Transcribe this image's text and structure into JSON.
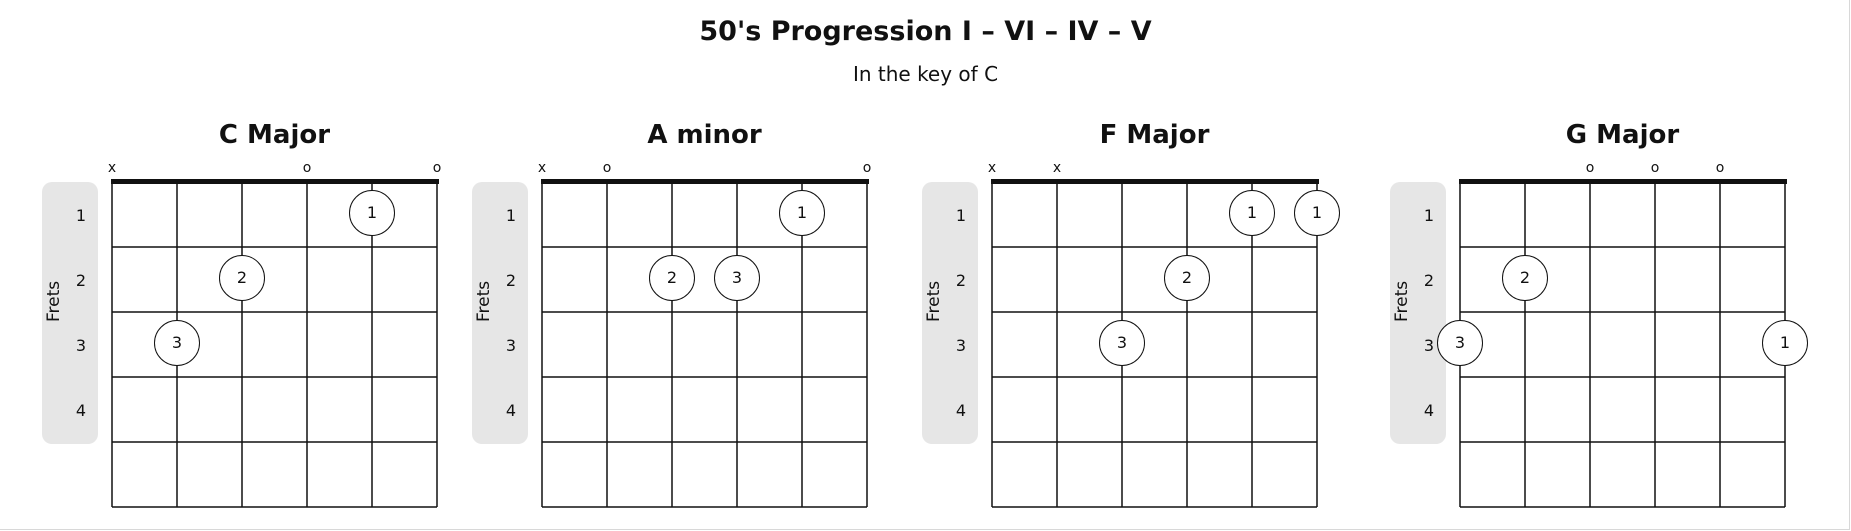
{
  "header": {
    "title": "50's Progression I – VI – IV – V",
    "subtitle": "In the key of C"
  },
  "frets_label": "Frets",
  "fret_numbers": [
    "1",
    "2",
    "3",
    "4"
  ],
  "chords": [
    {
      "name": "C Major",
      "string_markers": [
        "x",
        "",
        "",
        "o",
        "",
        "o"
      ],
      "fingerings": [
        {
          "string": 5,
          "fret": 1,
          "finger": "1"
        },
        {
          "string": 3,
          "fret": 2,
          "finger": "2"
        },
        {
          "string": 2,
          "fret": 3,
          "finger": "3"
        }
      ]
    },
    {
      "name": "A minor",
      "string_markers": [
        "x",
        "o",
        "",
        "",
        "",
        "o"
      ],
      "fingerings": [
        {
          "string": 5,
          "fret": 1,
          "finger": "1"
        },
        {
          "string": 3,
          "fret": 2,
          "finger": "2"
        },
        {
          "string": 4,
          "fret": 2,
          "finger": "3"
        }
      ]
    },
    {
      "name": "F Major",
      "string_markers": [
        "x",
        "x",
        "",
        "",
        "",
        ""
      ],
      "fingerings": [
        {
          "string": 5,
          "fret": 1,
          "finger": "1"
        },
        {
          "string": 6,
          "fret": 1,
          "finger": "1"
        },
        {
          "string": 4,
          "fret": 2,
          "finger": "2"
        },
        {
          "string": 3,
          "fret": 3,
          "finger": "3"
        }
      ]
    },
    {
      "name": "G Major",
      "string_markers": [
        "",
        "",
        "o",
        "o",
        "o",
        ""
      ],
      "fingerings": [
        {
          "string": 2,
          "fret": 2,
          "finger": "2"
        },
        {
          "string": 1,
          "fret": 3,
          "finger": "3"
        },
        {
          "string": 6,
          "fret": 3,
          "finger": "1"
        }
      ]
    }
  ],
  "colors": {
    "grid": "#111111",
    "fret_panel": "#e6e6e6",
    "dot_fill": "#ffffff",
    "background": "#ffffff"
  }
}
